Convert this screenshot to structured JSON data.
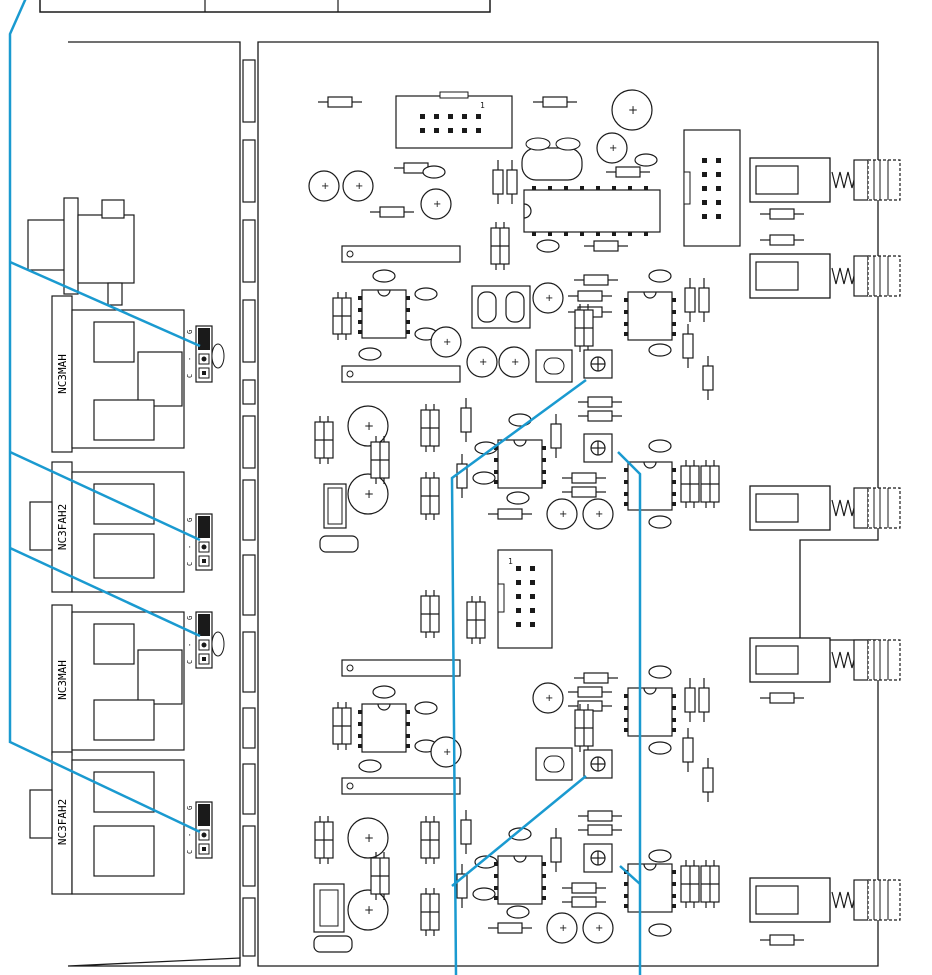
{
  "colors": {
    "outline": "#1a1a1a",
    "leader": "#1a9ad0",
    "background": "#ffffff",
    "fill_dark": "#1a1a1a"
  },
  "connectors": [
    {
      "id": "xlr-1",
      "label": "NC3MAH"
    },
    {
      "id": "xlr-2",
      "label": "NC3FAH2"
    },
    {
      "id": "xlr-3",
      "label": "NC3MAH"
    },
    {
      "id": "xlr-4",
      "label": "NC3FAH2"
    }
  ],
  "jumper_pin_labels": [
    "G",
    "-",
    "C"
  ],
  "header_pin_mark": "1"
}
